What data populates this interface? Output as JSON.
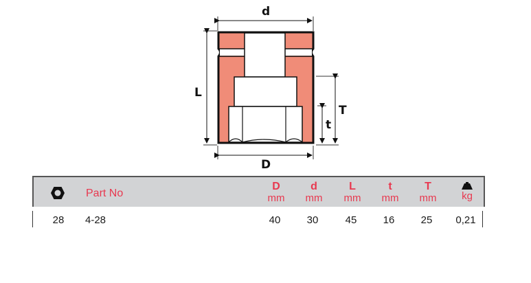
{
  "drawing": {
    "labels": {
      "d": "d",
      "L": "L",
      "T": "T",
      "t": "t",
      "D": "D"
    },
    "colors": {
      "body_fill": "#f08c78",
      "outline": "#111111"
    }
  },
  "table": {
    "header": {
      "hex_icon": "hexagon-nut-icon",
      "part_no": "Part No",
      "columns": [
        {
          "symbol": "D",
          "unit": "mm"
        },
        {
          "symbol": "d",
          "unit": "mm"
        },
        {
          "symbol": "L",
          "unit": "mm"
        },
        {
          "symbol": "t",
          "unit": "mm"
        },
        {
          "symbol": "T",
          "unit": "mm"
        },
        {
          "symbol": "weight-icon",
          "unit": "kg"
        }
      ]
    },
    "rows": [
      {
        "size": "28",
        "part_no": "4-28",
        "D": "40",
        "d": "30",
        "L": "45",
        "t": "16",
        "T": "25",
        "kg": "0,21"
      }
    ],
    "colors": {
      "header_bg": "#d2d3d5",
      "header_text": "#e8384f"
    }
  }
}
